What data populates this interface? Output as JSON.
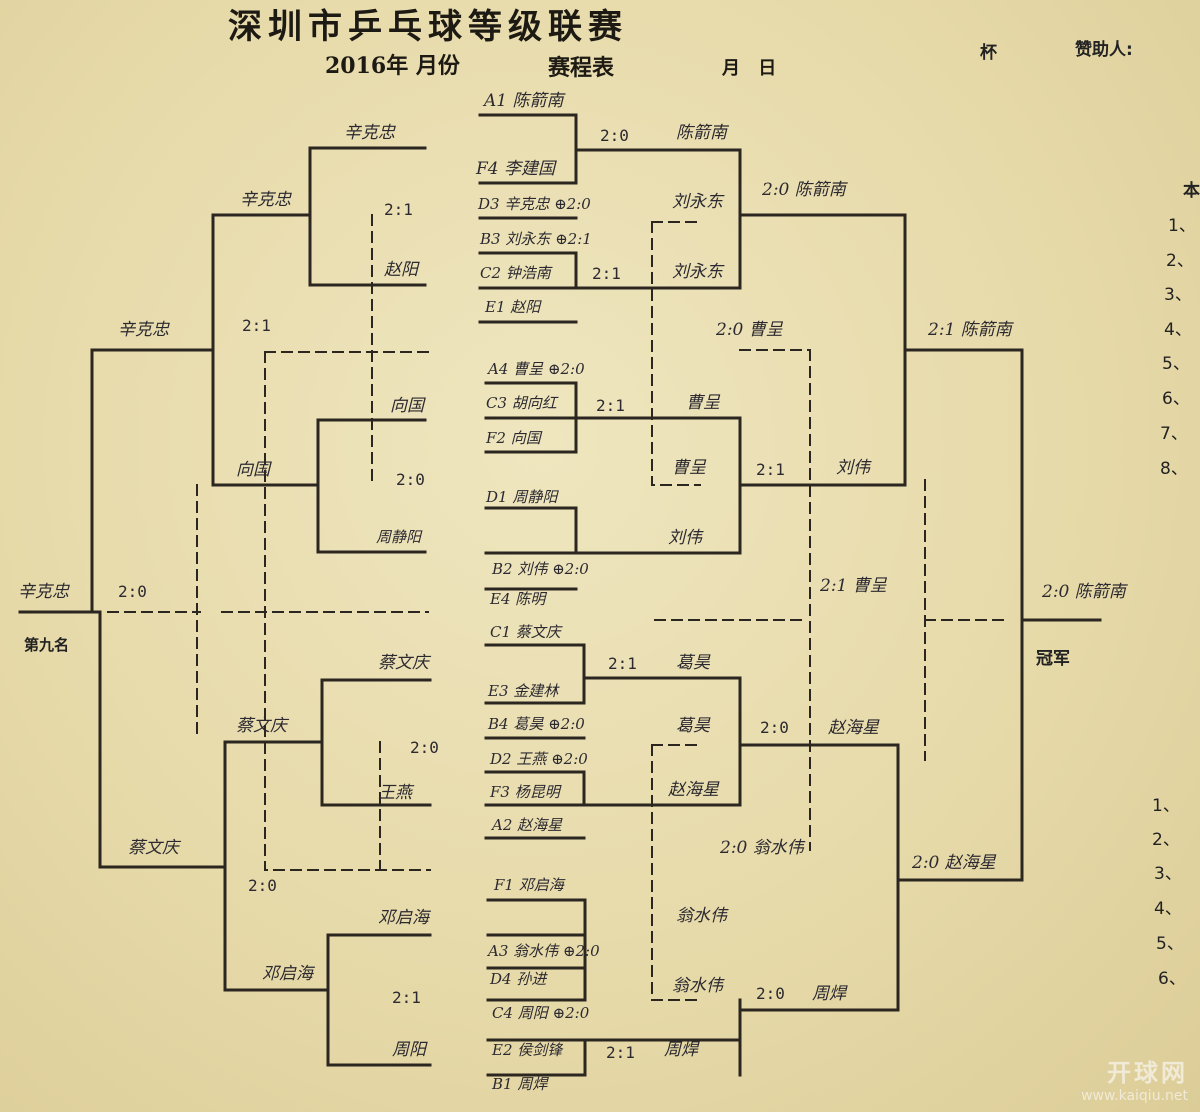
{
  "header": {
    "title": "深圳市乒乓球等级联赛",
    "year_month": "2016年 月份",
    "schedule": "赛程表",
    "day": "月 日",
    "cup": "杯",
    "sponsor": "赞助人:",
    "side_char": "本"
  },
  "labels": {
    "ninth": "第九名",
    "champion": "冠军"
  },
  "top_seeds": [
    "A1 陈箭南",
    "F4 李建国",
    "D3 辛克忠 ⊕2:0",
    "B3 刘永东 ⊕2:1",
    "C2 钟浩南",
    "E1 赵阳"
  ],
  "mid_seeds": [
    "A4 曹呈 ⊕2:0",
    "C3 胡向红",
    "F2 向国",
    "D1 周静阳",
    "B2 刘伟 ⊕2:0",
    "E4 陈明"
  ],
  "low_seeds": [
    "C1 蔡文庆",
    "E3 金建林",
    "B4 葛昊 ⊕2:0",
    "D2 王燕 ⊕2:0",
    "F3 杨昆明",
    "A2 赵海星"
  ],
  "bottom_seeds": [
    "F1 邓启海",
    "A3 翁水伟 ⊕2:0",
    "D4 孙进",
    "C4 周阳 ⊕2:0",
    "E2 侯剑锋",
    "B1 周焊"
  ],
  "right_bracket": {
    "r1": [
      "陈箭南",
      "刘永东",
      "曹呈",
      "刘伟",
      "葛昊",
      "赵海星",
      "翁水伟",
      "周焊"
    ],
    "r1_scores": [
      "2:0",
      "2:1",
      "2:1",
      "",
      "2:1",
      "",
      "",
      "2:1"
    ],
    "r2": [
      "2:0 陈箭南",
      "2:0 曹呈",
      "刘伟",
      "2:0 翁水伟",
      "周焊"
    ],
    "r2_scores": [
      "2:1",
      "2:0",
      "2:0"
    ],
    "r3": [
      "2:1 陈箭南",
      "2:1 曹呈",
      "赵海星",
      "2:0 赵海星"
    ],
    "final": "2:0 陈箭南"
  },
  "left_bracket": {
    "r1": [
      "辛克忠",
      "赵阳",
      "向国",
      "周静阳",
      "蔡文庆",
      "王燕",
      "邓启海",
      "周阳"
    ],
    "r1_scores": [
      "2:1",
      "2:0",
      "2:0",
      "2:1"
    ],
    "r2": [
      "辛克忠",
      "向国",
      "蔡文庆",
      "邓启海"
    ],
    "r2_scores": [
      "2:1",
      "2:0"
    ],
    "r3": [
      "辛克忠",
      "蔡文庆"
    ],
    "final_score": "2:0",
    "ninth_winner": "辛克忠"
  },
  "ranks_top": [
    "1、",
    "2、",
    "3、",
    "4、",
    "5、",
    "6、",
    "7、",
    "8、"
  ],
  "ranks_bottom": [
    "1、",
    "2、",
    "3、",
    "4、",
    "5、",
    "6、"
  ],
  "watermark": {
    "name": "开球网",
    "url": "www.kaiqiu.net"
  },
  "colors": {
    "paper": "#e9dfb2",
    "ink": "#2a2418"
  }
}
